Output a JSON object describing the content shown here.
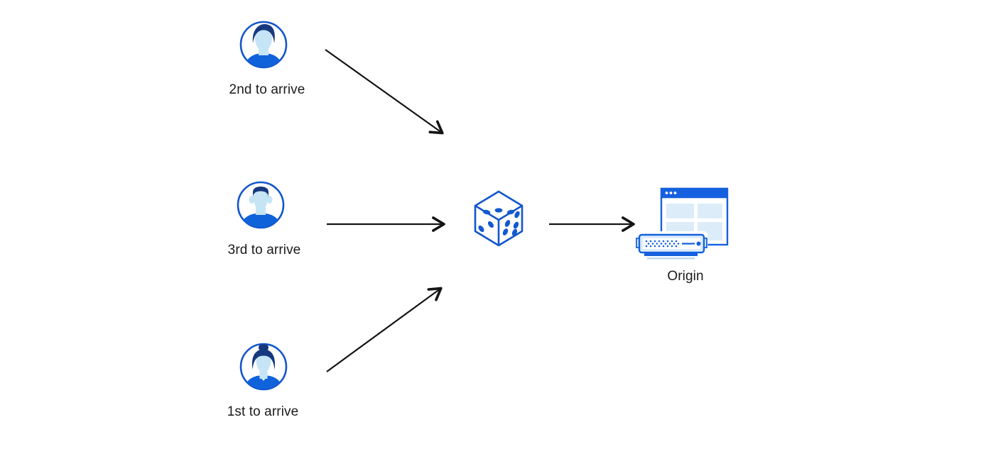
{
  "diagram": {
    "nodes": [
      {
        "id": "visitor-2nd",
        "icon": "user-avatar-man-icon",
        "label": "2nd to arrive"
      },
      {
        "id": "visitor-3rd",
        "icon": "user-avatar-man-2-icon",
        "label": "3rd to arrive"
      },
      {
        "id": "visitor-1st",
        "icon": "user-avatar-woman-icon",
        "label": "1st to arrive"
      },
      {
        "id": "randomizer",
        "icon": "dice-icon",
        "label": ""
      },
      {
        "id": "origin",
        "icon": "origin-server-icon",
        "label": "Origin"
      }
    ],
    "edges": [
      {
        "from": "visitor-2nd",
        "to": "randomizer"
      },
      {
        "from": "visitor-3rd",
        "to": "randomizer"
      },
      {
        "from": "visitor-1st",
        "to": "randomizer"
      },
      {
        "from": "randomizer",
        "to": "origin"
      }
    ],
    "colors": {
      "stroke_blue": "#1256cc",
      "solid_blue": "#1560df",
      "dark_hair_blue": "#16397e",
      "face_light_blue": "#c5e4f6",
      "shirt_blue": "#0f62da",
      "panel_light_blue": "#dcecf9",
      "arrow_black": "#141414",
      "text": "#1b1b1d",
      "background": "#ffffff"
    }
  }
}
